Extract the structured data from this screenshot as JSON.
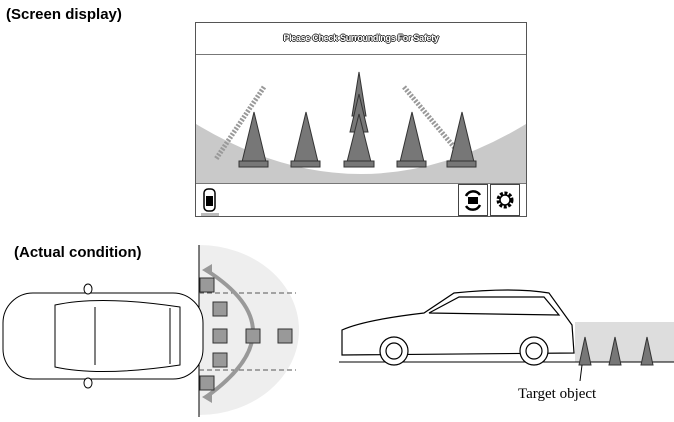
{
  "headings": {
    "screen_display": "(Screen display)",
    "actual_condition": "(Actual condition)"
  },
  "screen": {
    "message": "Please Check Surroundings For Safety",
    "icons": {
      "car_view": "car-top-view-icon",
      "switch_view": "camera-switch-icon",
      "settings": "gear-icon"
    }
  },
  "side_view": {
    "label": "Target object"
  },
  "colors": {
    "cone": "#6e6e6e",
    "guide_zone": "#cfcfcf",
    "zone_light": "#eeeeee"
  }
}
